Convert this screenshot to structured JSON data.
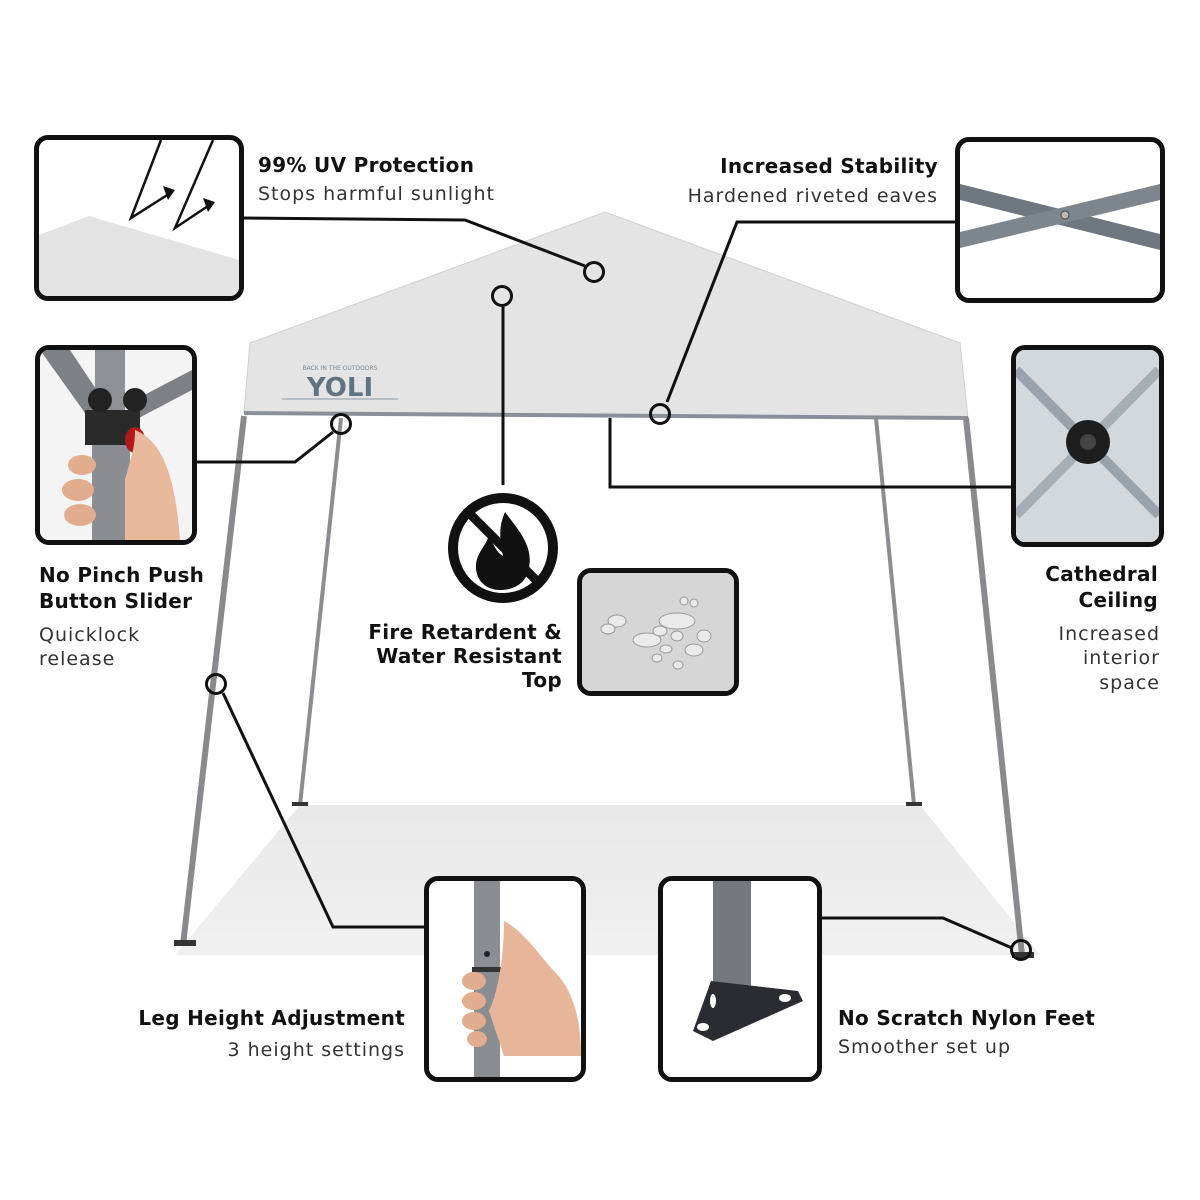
{
  "features": {
    "uv": {
      "title": "99% UV Protection",
      "subtitle": "Stops harmful sunlight",
      "image": "canopy-sunlight-arrows"
    },
    "stability": {
      "title": "Increased Stability",
      "subtitle": "Hardened riveted eaves",
      "image": "crossed-truss-rivet"
    },
    "push_button": {
      "title_line1": "No Pinch Push",
      "title_line2": "Button Slider",
      "subtitle_line1": "Quicklock",
      "subtitle_line2": "release",
      "image": "hand-pressing-red-slider-button"
    },
    "cathedral": {
      "title_line1": "Cathedral",
      "title_line2": "Ceiling",
      "subtitle_line1": "Increased",
      "subtitle_line2": "interior",
      "subtitle_line3": "space",
      "image": "ceiling-hub-underside"
    },
    "fire_water": {
      "title_line1": "Fire Retardent &",
      "title_line2": "Water Resistant",
      "title_line3": "Top",
      "icon": "no-fire-icon",
      "image": "water-droplets-on-fabric"
    },
    "leg_height": {
      "title": "Leg Height Adjustment",
      "subtitle": "3 height settings",
      "image": "hand-adjusting-leg-pin"
    },
    "feet": {
      "title": "No Scratch Nylon Feet",
      "subtitle": "Smoother set up",
      "image": "triangular-nylon-foot"
    }
  },
  "canopy": {
    "brand": "YOLI",
    "tagline": "BACK IN THE OUTDOORS",
    "colors": {
      "canopy": "#e6e6e6",
      "frame": "#8a8a8e",
      "brand": "#5f7380",
      "floor_shadow": "#ececec"
    }
  }
}
